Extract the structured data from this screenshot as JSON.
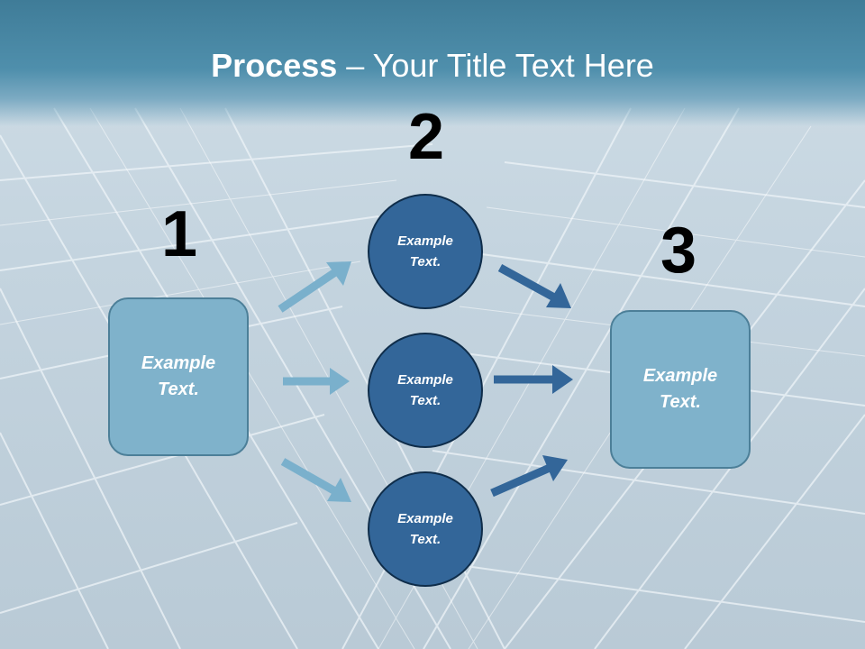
{
  "title": {
    "bold": "Process",
    "rest": " – Your Title Text Here"
  },
  "steps": {
    "one": "1",
    "two": "2",
    "three": "3"
  },
  "left_box": {
    "text": "Example\nText."
  },
  "circles": [
    {
      "text": "Example\nText."
    },
    {
      "text": "Example\nText."
    },
    {
      "text": "Example\nText."
    }
  ],
  "right_box": {
    "text": "Example\nText."
  },
  "colors": {
    "light_arrow": "#7ab0cc",
    "dark_arrow": "#336699",
    "box_fill": "#7fb2cb",
    "circle_fill": "#336699"
  }
}
